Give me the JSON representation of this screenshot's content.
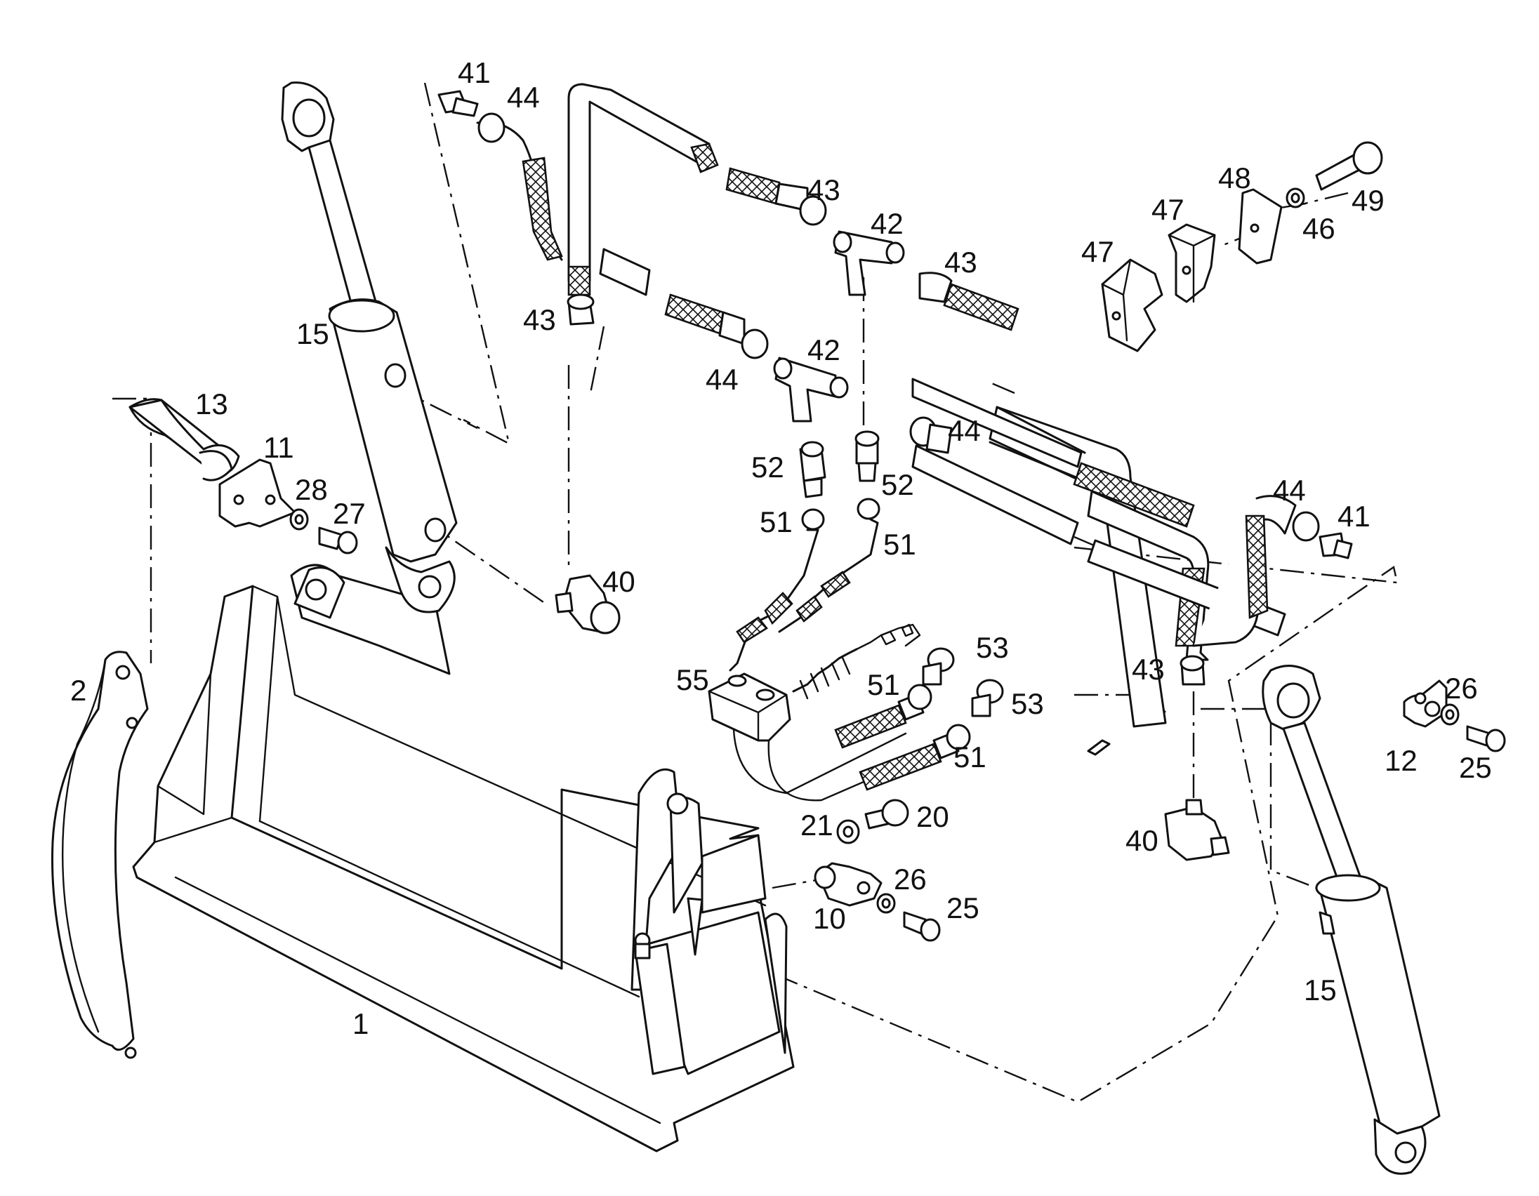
{
  "labels": {
    "c1": "1",
    "c2": "2",
    "c10": "10",
    "c11": "11",
    "c12": "12",
    "c13": "13",
    "c15a": "15",
    "c15b": "15",
    "c20": "20",
    "c21": "21",
    "c25a": "25",
    "c25b": "25",
    "c26a": "26",
    "c26b": "26",
    "c27": "27",
    "c28": "28",
    "c40a": "40",
    "c40b": "40",
    "c41a": "41",
    "c41b": "41",
    "c42a": "42",
    "c42b": "42",
    "c43a": "43",
    "c43b": "43",
    "c43c": "43",
    "c43d": "43",
    "c44a": "44",
    "c44b": "44",
    "c44c": "44",
    "c44d": "44",
    "c46": "46",
    "c47a": "47",
    "c47b": "47",
    "c48": "48",
    "c49": "49",
    "c51a": "51",
    "c51b": "51",
    "c51c": "51",
    "c51d": "51",
    "c52a": "52",
    "c52b": "52",
    "c53a": "53",
    "c53b": "53",
    "c55": "55"
  }
}
